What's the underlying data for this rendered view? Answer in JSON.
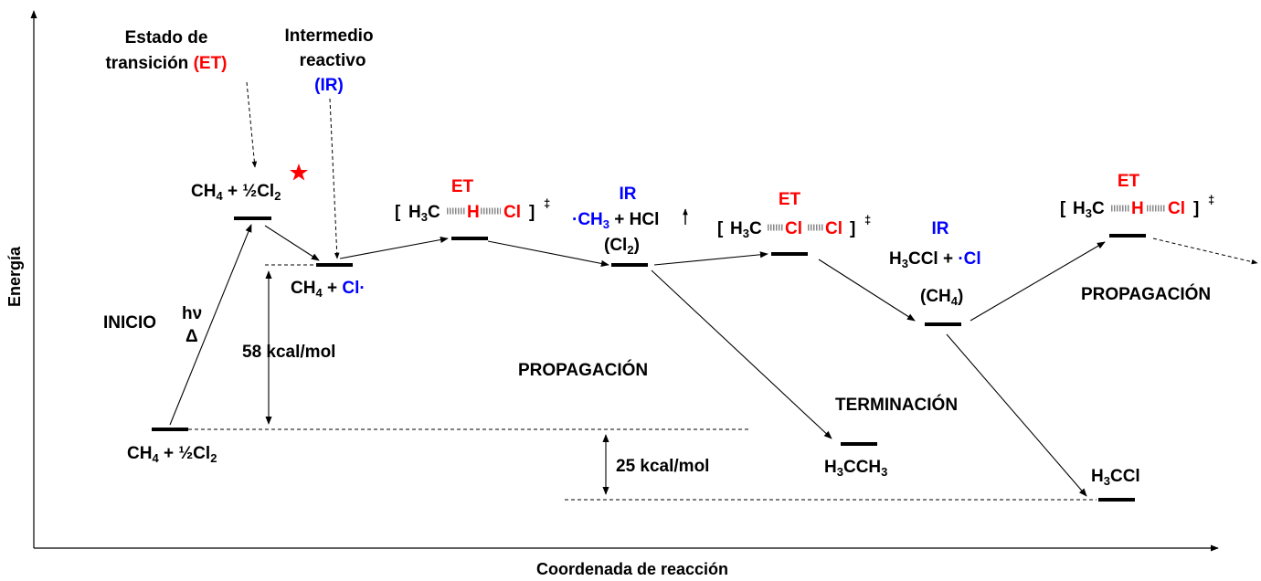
{
  "axes": {
    "y_label": "Energía",
    "x_label": "Coordenada de reacción"
  },
  "legend": {
    "et_line1": "Estado de",
    "et_line2_prefix": "transición",
    "et_abbr": "(ET)",
    "ir_line1": "Intermedio",
    "ir_line2": "reactivo",
    "ir_abbr": "(IR)"
  },
  "labels": {
    "start_left": "CH",
    "start_sub4": "4",
    "start_right": " + ½Cl",
    "start_sub2": "2",
    "et_species": "½Cl",
    "ir1_cl": "Cl·",
    "et": "ET",
    "ir": "IR",
    "bracket_open": "[",
    "bracket_close": "]",
    "ddagger": "‡",
    "h3c": "H",
    "sub3": "3",
    "c": "C",
    "h": "H",
    "cl": "Cl",
    "ch3_radical_dot": "·",
    "hcl": " + HCl",
    "cl2_paren": "(Cl",
    "paren_close": ")",
    "h3ccl": "Cl + ",
    "cl_radical": "·Cl",
    "ch4_paren": "(CH",
    "h3cch3_mid": "CCH",
    "h3ccl_product": "CCl",
    "plus": " + ",
    "ch4_prefix": "CH"
  },
  "annotations": {
    "inicio": "INICIO",
    "hv": "hν",
    "delta": "Δ",
    "energy_58": "58 kcal/mol",
    "energy_25": "25 kcal/mol",
    "propagacion_mid": "PROPAGACIÓN",
    "propagacion_right": "PROPAGACIÓN",
    "terminacion": "TERMINACIÓN"
  },
  "colors": {
    "et": "#ff0000",
    "ir": "#0000ff",
    "text": "#000000"
  }
}
